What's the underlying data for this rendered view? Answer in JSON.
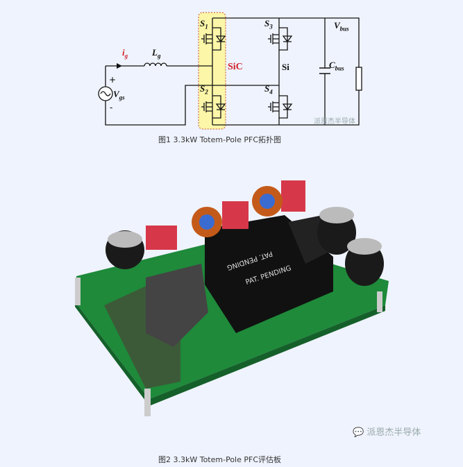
{
  "figure1": {
    "caption": "图1  3.3kW Totem-Pole PFC拓扑图",
    "labels": {
      "s1": "S",
      "s1_sub": "1",
      "s2": "S",
      "s2_sub": "2",
      "s3": "S",
      "s3_sub": "3",
      "s4": "S",
      "s4_sub": "4",
      "ig": "i",
      "ig_sub": "g",
      "lg": "L",
      "lg_sub": "g",
      "vgs": "V",
      "vgs_sub": "gs",
      "vbus": "V",
      "vbus_sub": "bus",
      "cbus": "C",
      "cbus_sub": "bus",
      "sic": "SiC",
      "si": "Si",
      "plus": "+",
      "minus": "-"
    },
    "watermark": "派恩杰半导体",
    "highlight_color": "#fbf6a8"
  },
  "figure2": {
    "caption": "图2  3.3kW Totem-Pole PFC评估板",
    "board_labels": [
      "PAT. PENDING",
      "PAT. PENDING"
    ],
    "watermark": "派恩杰半导体"
  }
}
